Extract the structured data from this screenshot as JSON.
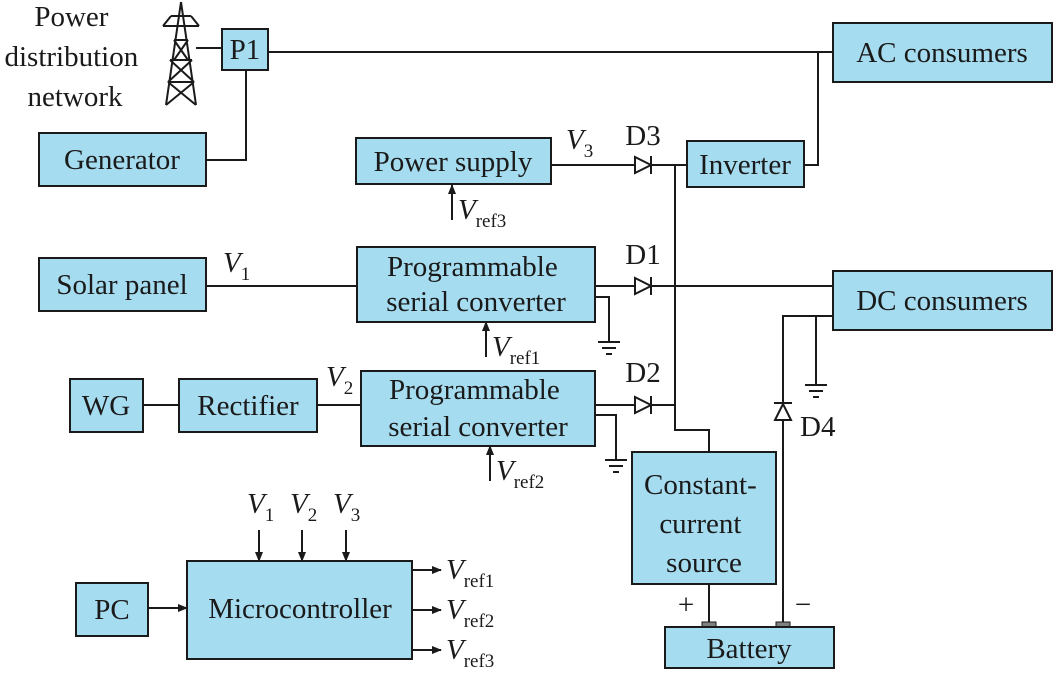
{
  "source_label": [
    "Power",
    "distribution",
    "network"
  ],
  "blocks": {
    "p1": "P1",
    "ac_consumers": "AC consumers",
    "generator": "Generator",
    "power_supply": "Power supply",
    "inverter": "Inverter",
    "solar_panel": "Solar panel",
    "converter1": [
      "Programmable",
      "serial converter"
    ],
    "converter2": [
      "Programmable",
      "serial converter"
    ],
    "dc_consumers": "DC consumers",
    "wg": "WG",
    "rectifier": "Rectifier",
    "current_source": [
      "Constant-",
      "current",
      "source"
    ],
    "pc": "PC",
    "microcontroller": "Microcontroller",
    "battery": "Battery"
  },
  "diodes": {
    "d1": "D1",
    "d2": "D2",
    "d3": "D3",
    "d4": "D4"
  },
  "signals": {
    "v1": {
      "main": "V",
      "sub": "1"
    },
    "v2": {
      "main": "V",
      "sub": "2"
    },
    "v3": {
      "main": "V",
      "sub": "3"
    },
    "vref1": {
      "main": "V",
      "sub": "ref1"
    },
    "vref2": {
      "main": "V",
      "sub": "ref2"
    },
    "vref3": {
      "main": "V",
      "sub": "ref3"
    }
  },
  "battery_polarity": {
    "plus": "+",
    "minus": "−"
  }
}
